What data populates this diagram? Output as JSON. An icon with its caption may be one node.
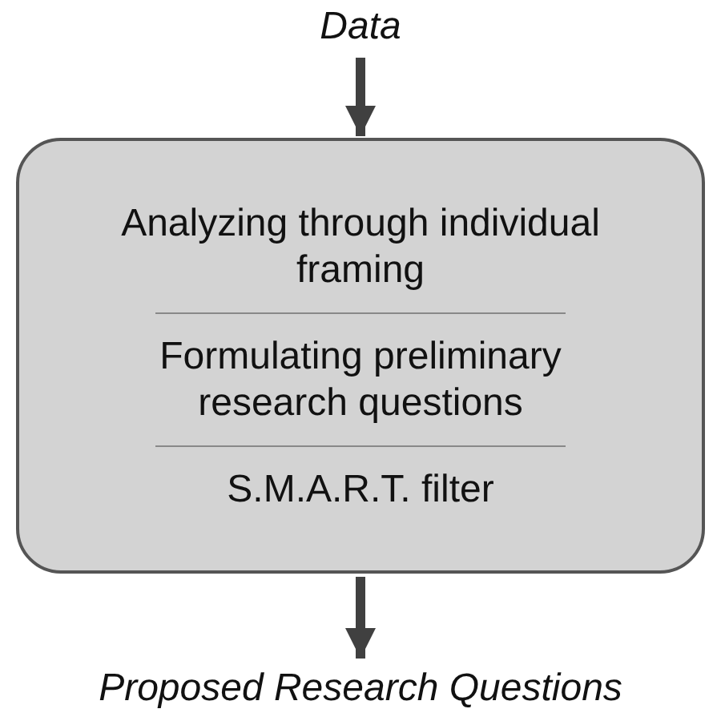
{
  "diagram": {
    "nodes": [
      {
        "text": [
          "Data"
        ]
      },
      {
        "text": [
          "Analyzing through individual framing",
          "Formulating preliminary research questions",
          "S.M.A.R.T. filter"
        ]
      },
      {
        "text": [
          "Proposed Research Questions"
        ]
      }
    ],
    "edges": [
      {
        "from": 0,
        "to": 1,
        "arrow": "to"
      },
      {
        "from": 1,
        "to": 2,
        "arrow": "to"
      }
    ]
  }
}
